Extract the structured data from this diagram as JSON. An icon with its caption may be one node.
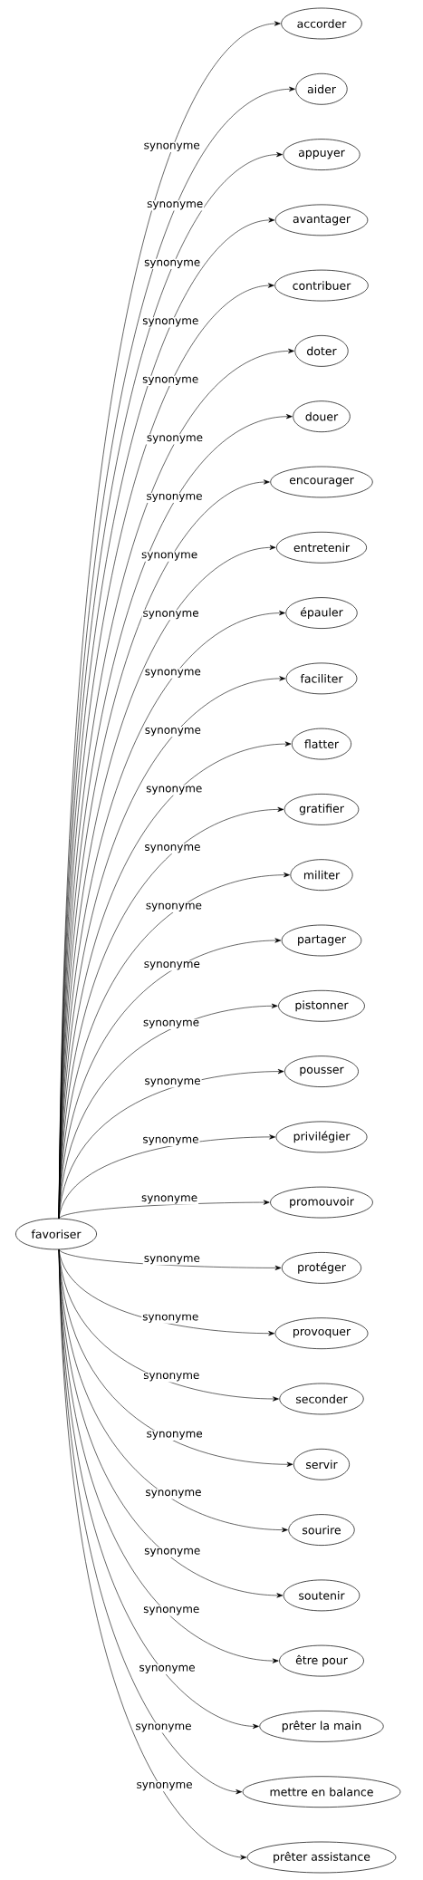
{
  "diagram": {
    "nodes": [
      {
        "text": [
          "favoriser"
        ]
      },
      {
        "text": [
          "accorder"
        ]
      },
      {
        "text": [
          "aider"
        ]
      },
      {
        "text": [
          "appuyer"
        ]
      },
      {
        "text": [
          "avantager"
        ]
      },
      {
        "text": [
          "contribuer"
        ]
      },
      {
        "text": [
          "doter"
        ]
      },
      {
        "text": [
          "douer"
        ]
      },
      {
        "text": [
          "encourager"
        ]
      },
      {
        "text": [
          "entretenir"
        ]
      },
      {
        "text": [
          "épauler"
        ]
      },
      {
        "text": [
          "faciliter"
        ]
      },
      {
        "text": [
          "flatter"
        ]
      },
      {
        "text": [
          "gratifier"
        ]
      },
      {
        "text": [
          "militer"
        ]
      },
      {
        "text": [
          "partager"
        ]
      },
      {
        "text": [
          "pistonner"
        ]
      },
      {
        "text": [
          "pousser"
        ]
      },
      {
        "text": [
          "privilégier"
        ]
      },
      {
        "text": [
          "promouvoir"
        ]
      },
      {
        "text": [
          "protéger"
        ]
      },
      {
        "text": [
          "provoquer"
        ]
      },
      {
        "text": [
          "seconder"
        ]
      },
      {
        "text": [
          "servir"
        ]
      },
      {
        "text": [
          "sourire"
        ]
      },
      {
        "text": [
          "soutenir"
        ]
      },
      {
        "text": [
          "être pour"
        ]
      },
      {
        "text": [
          "prêter la main"
        ]
      },
      {
        "text": [
          "mettre en balance"
        ]
      },
      {
        "text": [
          "prêter assistance"
        ]
      }
    ],
    "edges": [
      {
        "from": 0,
        "to": 1,
        "arrow": "to",
        "label": "synonyme"
      },
      {
        "from": 0,
        "to": 2,
        "arrow": "to",
        "label": "synonyme"
      },
      {
        "from": 0,
        "to": 3,
        "arrow": "to",
        "label": "synonyme"
      },
      {
        "from": 0,
        "to": 4,
        "arrow": "to",
        "label": "synonyme"
      },
      {
        "from": 0,
        "to": 5,
        "arrow": "to",
        "label": "synonyme"
      },
      {
        "from": 0,
        "to": 6,
        "arrow": "to",
        "label": "synonyme"
      },
      {
        "from": 0,
        "to": 7,
        "arrow": "to",
        "label": "synonyme"
      },
      {
        "from": 0,
        "to": 8,
        "arrow": "to",
        "label": "synonyme"
      },
      {
        "from": 0,
        "to": 9,
        "arrow": "to",
        "label": "synonyme"
      },
      {
        "from": 0,
        "to": 10,
        "arrow": "to",
        "label": "synonyme"
      },
      {
        "from": 0,
        "to": 11,
        "arrow": "to",
        "label": "synonyme"
      },
      {
        "from": 0,
        "to": 12,
        "arrow": "to",
        "label": "synonyme"
      },
      {
        "from": 0,
        "to": 13,
        "arrow": "to",
        "label": "synonyme"
      },
      {
        "from": 0,
        "to": 14,
        "arrow": "to",
        "label": "synonyme"
      },
      {
        "from": 0,
        "to": 15,
        "arrow": "to",
        "label": "synonyme"
      },
      {
        "from": 0,
        "to": 16,
        "arrow": "to",
        "label": "synonyme"
      },
      {
        "from": 0,
        "to": 17,
        "arrow": "to",
        "label": "synonyme"
      },
      {
        "from": 0,
        "to": 18,
        "arrow": "to",
        "label": "synonyme"
      },
      {
        "from": 0,
        "to": 19,
        "arrow": "to",
        "label": "synonyme"
      },
      {
        "from": 0,
        "to": 20,
        "arrow": "to",
        "label": "synonyme"
      },
      {
        "from": 0,
        "to": 21,
        "arrow": "to",
        "label": "synonyme"
      },
      {
        "from": 0,
        "to": 22,
        "arrow": "to",
        "label": "synonyme"
      },
      {
        "from": 0,
        "to": 23,
        "arrow": "to",
        "label": "synonyme"
      },
      {
        "from": 0,
        "to": 24,
        "arrow": "to",
        "label": "synonyme"
      },
      {
        "from": 0,
        "to": 25,
        "arrow": "to",
        "label": "synonyme"
      },
      {
        "from": 0,
        "to": 26,
        "arrow": "to",
        "label": "synonyme"
      },
      {
        "from": 0,
        "to": 27,
        "arrow": "to",
        "label": "synonyme"
      },
      {
        "from": 0,
        "to": 28,
        "arrow": "to",
        "label": "synonyme"
      },
      {
        "from": 0,
        "to": 29,
        "arrow": "to",
        "label": "synonyme"
      }
    ]
  }
}
